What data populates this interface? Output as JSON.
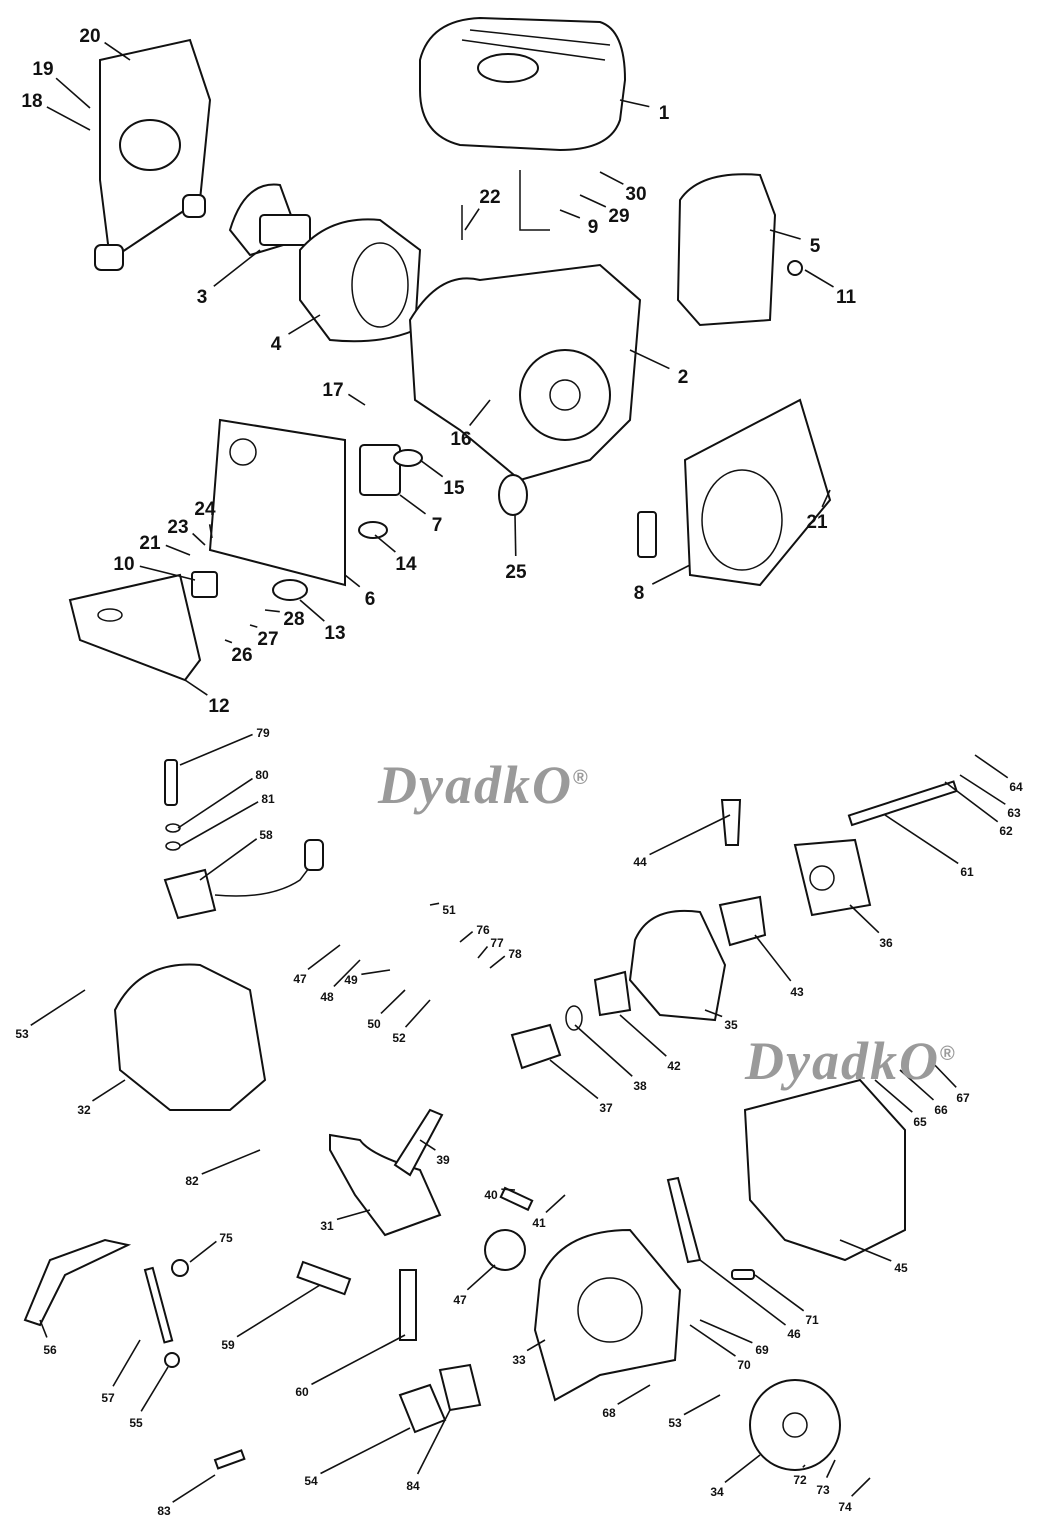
{
  "watermark": {
    "text": "DyadkO",
    "mark": "®"
  },
  "upper_assembly_labels": [
    "20",
    "19",
    "18",
    "1",
    "30",
    "29",
    "9",
    "22",
    "5",
    "11",
    "3",
    "4",
    "2",
    "17",
    "16",
    "15",
    "7",
    "21",
    "24",
    "23",
    "21",
    "10",
    "14",
    "25",
    "6",
    "8",
    "28",
    "13",
    "27",
    "26",
    "12"
  ],
  "lower_assembly_labels": [
    "79",
    "80",
    "81",
    "58",
    "64",
    "63",
    "62",
    "44",
    "61",
    "51",
    "76",
    "77",
    "78",
    "36",
    "47",
    "48",
    "49",
    "50",
    "52",
    "53",
    "43",
    "35",
    "42",
    "38",
    "37",
    "67",
    "66",
    "65",
    "32",
    "39",
    "82",
    "40",
    "41",
    "31",
    "45",
    "75",
    "47",
    "71",
    "46",
    "56",
    "59",
    "69",
    "33",
    "70",
    "60",
    "57",
    "68",
    "53",
    "55",
    "54",
    "84",
    "72",
    "73",
    "34",
    "74",
    "83"
  ]
}
